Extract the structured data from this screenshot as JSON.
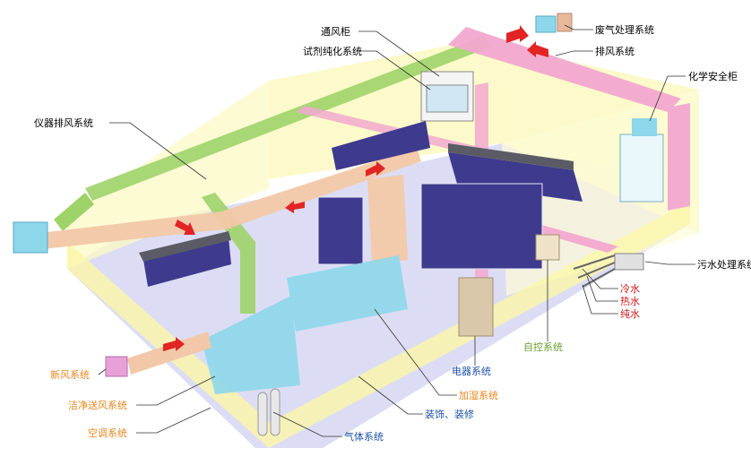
{
  "labels": {
    "fume_hood": "通风柜",
    "reagent_purification": "试剂纯化系统",
    "waste_gas": "废气处理系统",
    "exhaust": "排风系统",
    "instrument_exhaust": "仪器排风系统",
    "chem_cabinet": "化学安全柜",
    "sewage": "污水处理系统",
    "cold_water": "冷水",
    "hot_water": "热水",
    "pure_water": "纯水",
    "auto_control": "自控系统",
    "electrical": "电器系统",
    "humidify": "加湿系统",
    "decoration": "装饰、装修",
    "gas": "气体系统",
    "fresh_air": "新风系统",
    "clean_supply": "洁净送风系统",
    "aircon": "空调系统"
  },
  "colors": {
    "green_duct": "#9ED36A",
    "pink_duct": "#F2A8CF",
    "peach_duct": "#F2C8A8",
    "floor": "#DCDDF4",
    "wall": "#FCF9C4",
    "furniture_blue": "#3E3A8E",
    "cyan_unit": "#8DD7EA",
    "arrow_red": "#E22424",
    "label_default": "#222222",
    "label_orange": "#E8871E",
    "label_green": "#6A9E2E",
    "label_blue": "#1E52A8",
    "label_red": "#D01818"
  }
}
